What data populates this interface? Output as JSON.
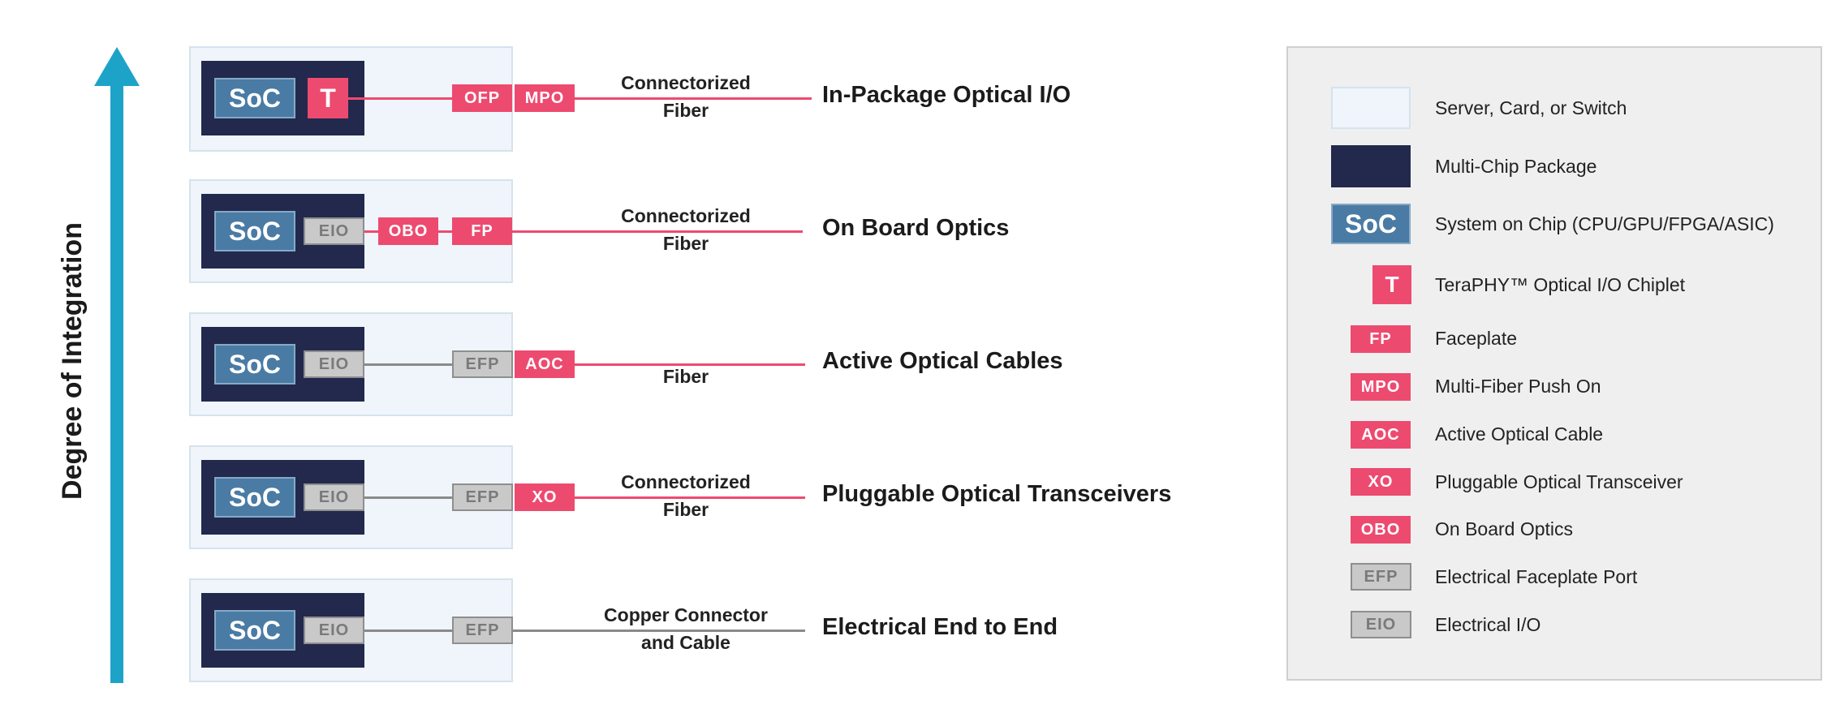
{
  "axis": {
    "label": "Degree of Integration",
    "arrow_color": "#1ea3c8"
  },
  "rows": [
    {
      "technology": "In-Package Optical I/O",
      "soc": "SoC",
      "chiplet": "T",
      "ports": [
        "OFP",
        "MPO"
      ],
      "medium": [
        "Connectorized",
        "Fiber"
      ]
    },
    {
      "technology": "On Board Optics",
      "soc": "SoC",
      "eio": "EIO",
      "ports": [
        "OBO",
        "FP"
      ],
      "medium": [
        "Connectorized",
        "Fiber"
      ]
    },
    {
      "technology": "Active Optical Cables",
      "soc": "SoC",
      "eio": "EIO",
      "ports": [
        "EFP",
        "AOC"
      ],
      "medium": [
        "Fiber"
      ]
    },
    {
      "technology": "Pluggable Optical Transceivers",
      "soc": "SoC",
      "eio": "EIO",
      "ports": [
        "EFP",
        "XO"
      ],
      "medium": [
        "Connectorized",
        "Fiber"
      ]
    },
    {
      "technology": "Electrical End to End",
      "soc": "SoC",
      "eio": "EIO",
      "ports": [
        "EFP"
      ],
      "medium": [
        "Copper Connector",
        "and Cable"
      ]
    }
  ],
  "legend": [
    {
      "key": "server",
      "symbol": "",
      "text": "Server, Card, or Switch"
    },
    {
      "key": "package",
      "symbol": "",
      "text": "Multi-Chip Package"
    },
    {
      "key": "soc",
      "symbol": "SoC",
      "text": "System on Chip (CPU/GPU/FPGA/ASIC)"
    },
    {
      "key": "chiplet",
      "symbol": "T",
      "text": "TeraPHY™ Optical I/O Chiplet"
    },
    {
      "key": "fp",
      "symbol": "FP",
      "text": "Faceplate"
    },
    {
      "key": "mpo",
      "symbol": "MPO",
      "text": "Multi-Fiber Push On"
    },
    {
      "key": "aoc",
      "symbol": "AOC",
      "text": "Active Optical Cable"
    },
    {
      "key": "xo",
      "symbol": "XO",
      "text": "Pluggable Optical Transceiver"
    },
    {
      "key": "obo",
      "symbol": "OBO",
      "text": "On Board Optics"
    },
    {
      "key": "efp",
      "symbol": "EFP",
      "text": "Electrical Faceplate Port"
    },
    {
      "key": "eio",
      "symbol": "EIO",
      "text": "Electrical I/O"
    }
  ],
  "colors": {
    "pink": "#ed4a70",
    "navy": "#22294d",
    "soc_blue": "#4a7ba4",
    "server_bg": "#eff5fa",
    "electrical_grey": "#c9c9c9",
    "axis_blue": "#1ea3c8"
  }
}
